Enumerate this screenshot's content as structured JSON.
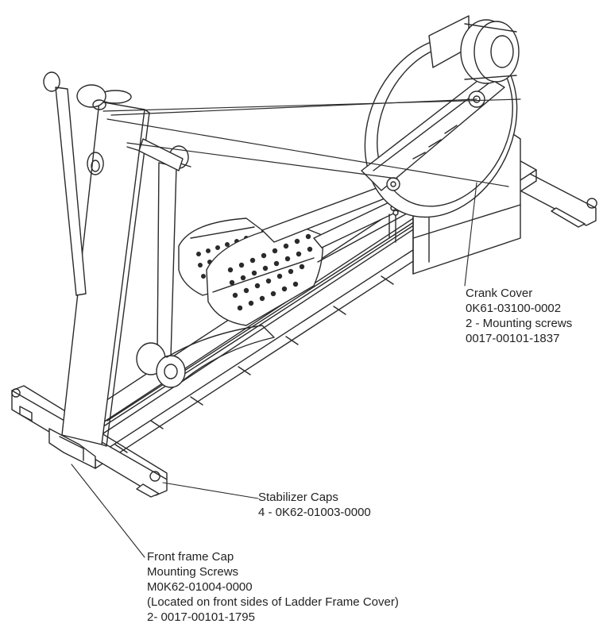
{
  "callouts": {
    "crank_cover": {
      "title": "Crank Cover",
      "part": "0K61-03100-0002",
      "screws": "2 - Mounting screws",
      "screw_part": "0017-00101-1837"
    },
    "stabilizer_caps": {
      "title": "Stabilizer Caps",
      "part": "4 - 0K62-01003-0000"
    },
    "front_frame_cap": {
      "title": "Front frame Cap",
      "subtitle": "Mounting Screws",
      "part": "M0K62-01004-0000",
      "note": "(Located on front sides of Ladder Frame Cover)",
      "screw_part": "2- 0017-00101-1795"
    }
  },
  "colors": {
    "line": "#2a2a2a",
    "text": "#222222",
    "background": "#ffffff"
  }
}
